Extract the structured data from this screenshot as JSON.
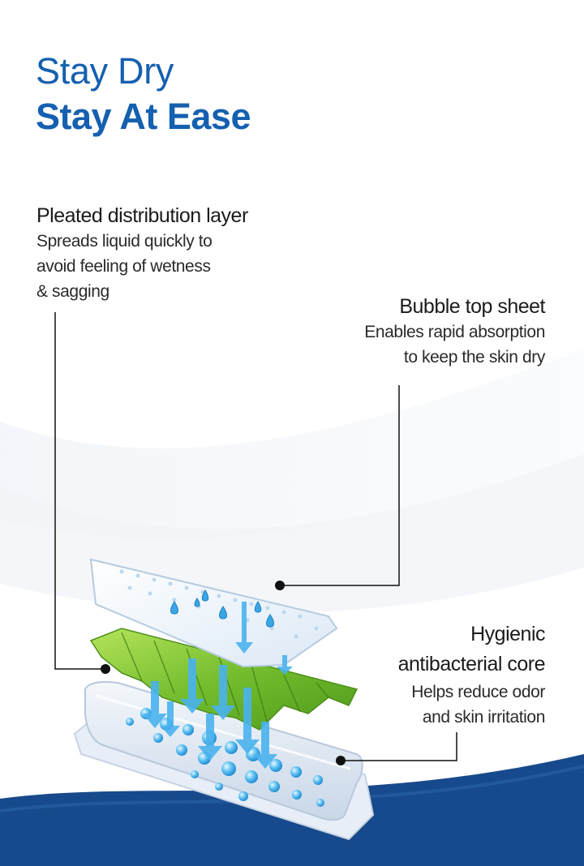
{
  "title": {
    "line1": "Stay Dry",
    "line2": "Stay At Ease"
  },
  "callouts": {
    "pleated": {
      "heading": "Pleated distribution layer",
      "body_lines": [
        "Spreads liquid quickly to",
        "avoid feeling of wetness",
        "& sagging"
      ]
    },
    "bubble": {
      "heading": "Bubble top sheet",
      "body_lines": [
        "Enables rapid absorption",
        "to keep the skin dry"
      ]
    },
    "core": {
      "heading_lines": [
        "Hygienic",
        "antibacterial core"
      ],
      "body_lines": [
        "Helps reduce odor",
        "and skin irritation"
      ]
    }
  },
  "colors": {
    "brand_blue": "#1560b0",
    "footer_navy": "#174a8c",
    "leaf_green": "#7cc23a",
    "water_blue": "#3aa6e6"
  },
  "icons": [
    "water-drop-icon",
    "down-arrow-icon",
    "leader-dot-icon"
  ]
}
